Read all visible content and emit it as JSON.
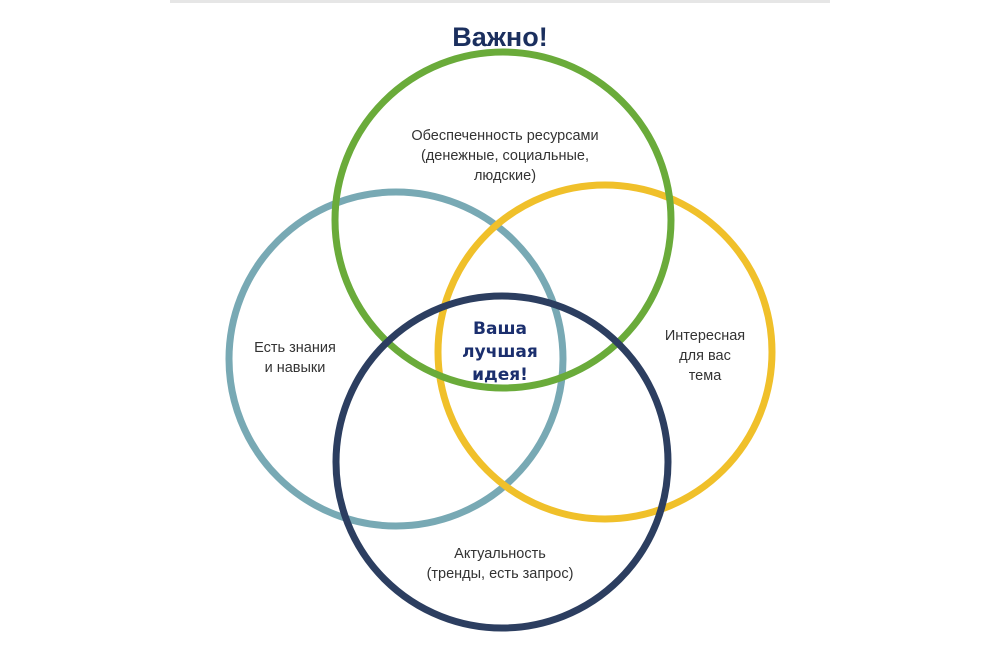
{
  "title": "Важно!",
  "colors": {
    "title": "#1b2f5e",
    "resources_circle": "#6aab3a",
    "knowledge_circle": "#78a9b4",
    "interest_circle": "#f0c02a",
    "relevance_circle": "#2c3e60"
  },
  "circles": {
    "resources": {
      "lines": [
        "Обеспеченность ресурсами",
        "(денежные, социальные,",
        "людские)"
      ]
    },
    "knowledge": {
      "lines": [
        "Есть знания",
        "и навыки"
      ]
    },
    "interest": {
      "lines": [
        "Интересная",
        "для вас",
        "тема"
      ]
    },
    "relevance": {
      "lines": [
        "Актуальность",
        "(тренды, есть запрос)"
      ]
    }
  },
  "center": {
    "lines": [
      "Ваша",
      "лучшая",
      "идея!"
    ]
  }
}
